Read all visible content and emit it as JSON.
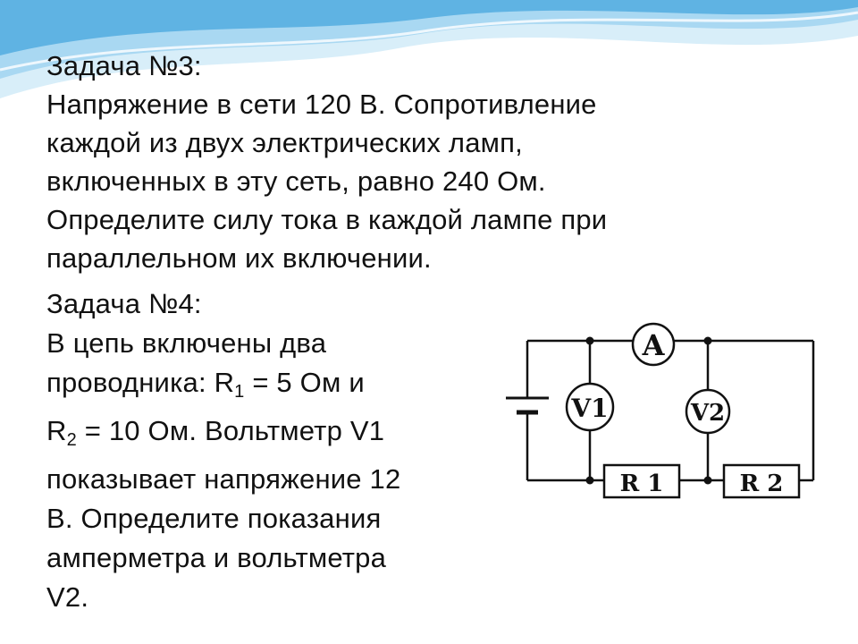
{
  "task3": {
    "title": "Задача №3:",
    "lines": [
      "Напряжение в сети 120 В. Сопротивление",
      "каждой из двух электрических ламп,",
      "включенных в эту сеть, равно 240 Ом.",
      "Определите силу тока в каждой лампе при",
      "параллельном их включении."
    ]
  },
  "task4": {
    "title": "Задача №4:",
    "line1": "В цепь включены  два",
    "line2_pre": "проводника:  R",
    "line2_sub": "1",
    "line2_post": " = 5 Ом и",
    "line3_pre": "R",
    "line3_sub": "2",
    "line3_post": " = 10 Ом. Вольтметр V1",
    "line4": "показывает напряжение 12",
    "line5": "В. Определите показания",
    "line6": "амперметра и вольтметра",
    "line7": "V2."
  },
  "circuit": {
    "ammeter_label": "A",
    "voltmeter1_label": "V1",
    "voltmeter2_label": "V2",
    "resistor1_label": "R 1",
    "resistor2_label": "R 2"
  },
  "colors": {
    "wave_light": "#d8eef9",
    "wave_mid": "#a9d8f2",
    "wave_dark": "#5fb3e3",
    "text": "#111111",
    "wire": "#111111"
  }
}
